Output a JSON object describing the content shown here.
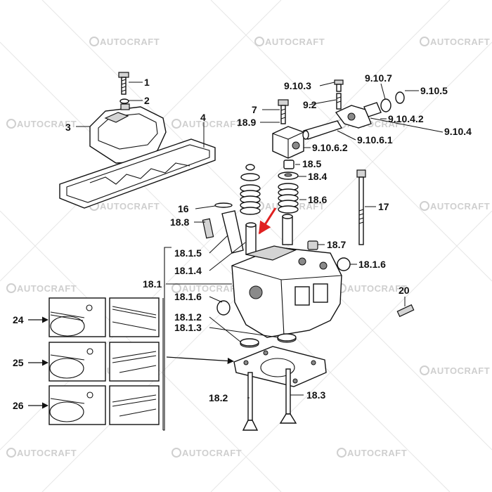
{
  "watermark": {
    "text": "AUTOCRAFT"
  },
  "colors": {
    "arrow": "#e02020",
    "line": "#111111",
    "watermark": "#cfcfcf"
  },
  "labels": {
    "l1": "1",
    "l2": "2",
    "l3": "3",
    "l4": "4",
    "l9_10_3": "9.10.3",
    "l9_10_7": "9.10.7",
    "l9_10_5": "9.10.5",
    "l7": "7",
    "l9_2": "9.2",
    "l18_9": "18.9",
    "l9_10_4_2": "9.10.4.2",
    "l9_10_4": "9.10.4",
    "l9_10_6_1": "9.10.6.1",
    "l9_10_6_2": "9.10.6.2",
    "l18_5": "18.5",
    "l18_4": "18.4",
    "l18_6": "18.6",
    "l17": "17",
    "l16": "16",
    "l18_8": "18.8",
    "l18_1_5": "18.1.5",
    "l18_7": "18.7",
    "l18_1_4": "18.1.4",
    "l18_1_6a": "18.1.6",
    "l18_1": "18.1",
    "l18_1_6b": "18.1.6",
    "l20": "20",
    "l18_1_2": "18.1.2",
    "l18_1_3": "18.1.3",
    "l24": "24",
    "l25": "25",
    "l26": "26",
    "l18_2": "18.2",
    "l18_3": "18.3"
  }
}
